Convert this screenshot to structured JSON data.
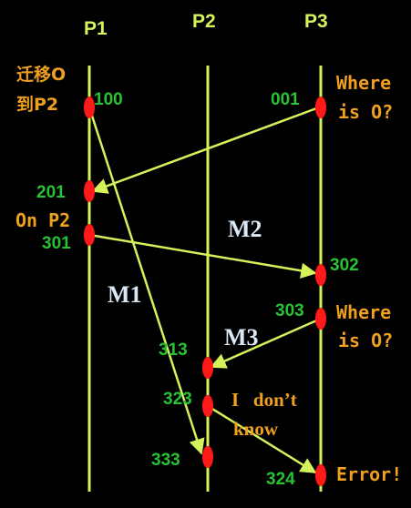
{
  "processes": [
    {
      "name": "P1"
    },
    {
      "name": "P2"
    },
    {
      "name": "P3"
    }
  ],
  "events": {
    "e100": "100",
    "e001": "001",
    "e201": "201",
    "e301": "301",
    "e302": "302",
    "e303": "303",
    "e313": "313",
    "e323": "323",
    "e333": "333",
    "e324": "324"
  },
  "annotations": {
    "migrate_line1": "迁移O",
    "migrate_line2": "到P2",
    "where_1_line1": "Where",
    "where_1_line2": "is O?",
    "on_p2": "On P2",
    "where_2_line1": "Where",
    "where_2_line2": "is O?",
    "dont_know_line1": "I   don’t",
    "dont_know_line2": "know",
    "error": "Error!"
  },
  "messages": {
    "m1": "M1",
    "m2": "M2",
    "m3": "M3"
  },
  "colors": {
    "background": "#000000",
    "timeline": "#d4f25a",
    "arrow": "#d4f25a",
    "event_dot": "#ff1a1a",
    "process_label": "#d4f25a",
    "event_label": "#29c235",
    "annotation": "#f0a020",
    "message_label": "#d9e8f5"
  }
}
